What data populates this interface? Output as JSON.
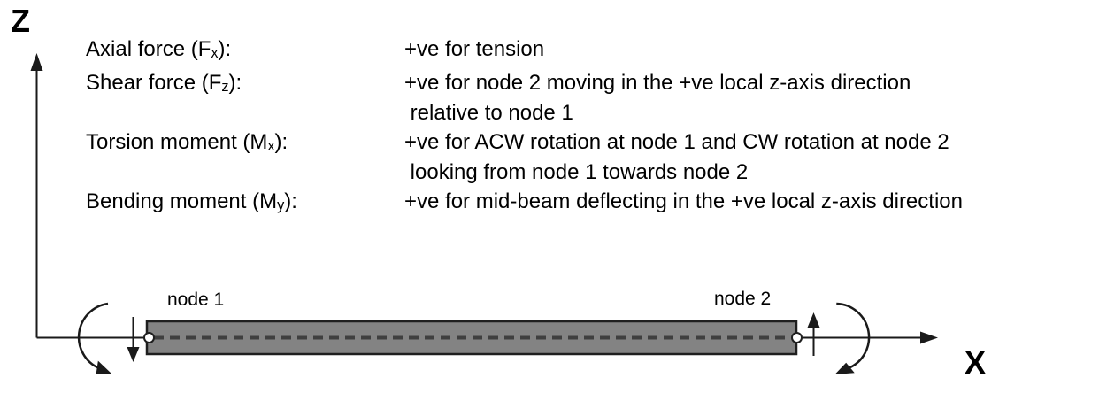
{
  "sign_conventions": {
    "definitions": [
      {
        "term_prefix": "Axial force (F",
        "term_sub": "x",
        "term_suffix": "):",
        "desc_lines": [
          "+ve for tension"
        ]
      },
      {
        "term_prefix": "Shear force (F",
        "term_sub": "z",
        "term_suffix": "):",
        "desc_lines": [
          "+ve for node 2 moving in the +ve local z-axis direction",
          " relative to node 1"
        ]
      },
      {
        "term_prefix": "Torsion moment (M",
        "term_sub": "x",
        "term_suffix": "):",
        "desc_lines": [
          "+ve for ACW rotation at node 1 and CW rotation at node 2",
          " looking from node 1 towards node 2"
        ]
      },
      {
        "term_prefix": "Bending moment (M",
        "term_sub": "y",
        "term_suffix": "):",
        "desc_lines": [
          "+ve for mid-beam deflecting in the +ve local z-axis direction"
        ]
      }
    ]
  },
  "diagram": {
    "z_axis_label": "Z",
    "x_axis_label": "X",
    "node1_label": "node 1",
    "node2_label": "node 2",
    "colors": {
      "beam_fill": "#838383",
      "beam_border": "#1f1f1f",
      "line": "#1a1a1a",
      "centerline": "#3f3f3f",
      "node_fill": "#ffffff"
    }
  }
}
